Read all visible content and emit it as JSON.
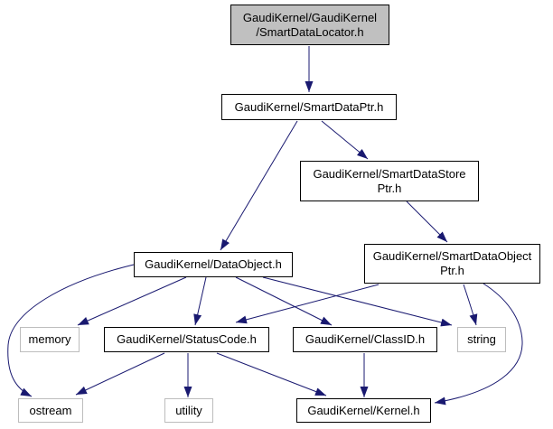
{
  "diagram": {
    "kind": "include-dependency-graph",
    "colors": {
      "edge": "#191970",
      "node_border": "#000000",
      "external_node_border": "#bdbdbd",
      "root_fill": "#c0c0c0",
      "node_fill": "#ffffff",
      "text": "#000000",
      "background": "#ffffff"
    },
    "nodes": {
      "locator": {
        "line1": "GaudiKernel/GaudiKernel",
        "line2": "/SmartDataLocator.h"
      },
      "smartdataptr": {
        "label": "GaudiKernel/SmartDataPtr.h"
      },
      "storeptr": {
        "line1": "GaudiKernel/SmartDataStore",
        "line2": "Ptr.h"
      },
      "dataobject": {
        "label": "GaudiKernel/DataObject.h"
      },
      "objectptr": {
        "line1": "GaudiKernel/SmartDataObject",
        "line2": "Ptr.h"
      },
      "memory": {
        "label": "memory"
      },
      "statuscode": {
        "label": "GaudiKernel/StatusCode.h"
      },
      "classid": {
        "label": "GaudiKernel/ClassID.h"
      },
      "string": {
        "label": "string"
      },
      "ostream": {
        "label": "ostream"
      },
      "utility": {
        "label": "utility"
      },
      "kernel": {
        "label": "GaudiKernel/Kernel.h"
      }
    },
    "edges": [
      {
        "from": "locator",
        "to": "smartdataptr"
      },
      {
        "from": "smartdataptr",
        "to": "dataobject"
      },
      {
        "from": "smartdataptr",
        "to": "storeptr"
      },
      {
        "from": "storeptr",
        "to": "objectptr"
      },
      {
        "from": "dataobject",
        "to": "memory"
      },
      {
        "from": "dataobject",
        "to": "statuscode"
      },
      {
        "from": "dataobject",
        "to": "classid"
      },
      {
        "from": "dataobject",
        "to": "string"
      },
      {
        "from": "dataobject",
        "to": "ostream"
      },
      {
        "from": "statuscode",
        "to": "ostream"
      },
      {
        "from": "statuscode",
        "to": "utility"
      },
      {
        "from": "statuscode",
        "to": "kernel"
      },
      {
        "from": "classid",
        "to": "kernel"
      },
      {
        "from": "objectptr",
        "to": "statuscode"
      },
      {
        "from": "objectptr",
        "to": "string"
      },
      {
        "from": "objectptr",
        "to": "kernel"
      }
    ]
  }
}
